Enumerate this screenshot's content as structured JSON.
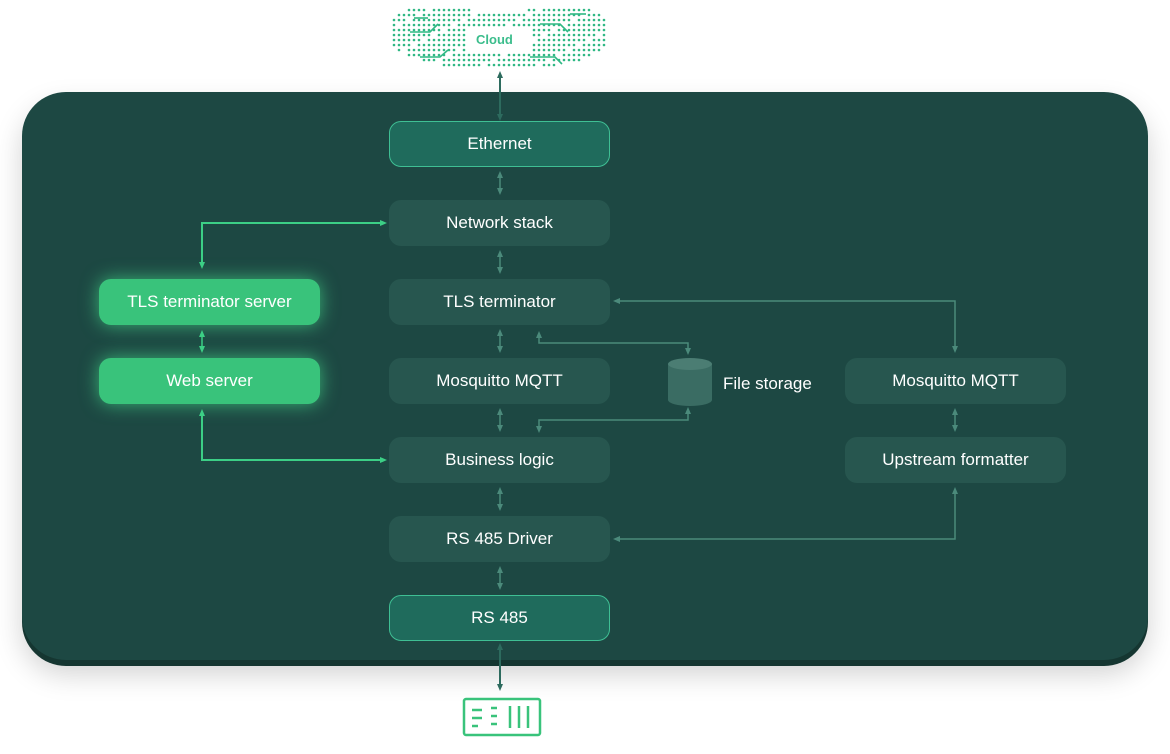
{
  "cloud": {
    "label": "Cloud"
  },
  "nodes": {
    "ethernet": "Ethernet",
    "network_stack": "Network stack",
    "tls_terminator": "TLS terminator",
    "mosquitto_center": "Mosquitto MQTT",
    "business_logic": "Business logic",
    "rs485_driver": "RS 485 Driver",
    "rs485": "RS 485",
    "tls_terminator_server": "TLS terminator server",
    "web_server": "Web server",
    "file_storage": "File storage",
    "mosquitto_right": "Mosquitto MQTT",
    "upstream_formatter": "Upstream formatter"
  },
  "colors": {
    "panel": "#1d4843",
    "node": "#27564f",
    "io_node": "#1f6b5c",
    "accent_green": "#39c37b",
    "connector": "#3f7a6e",
    "cloud": "#2fb884"
  },
  "icons": {
    "cloud": "cloud-circuit-icon",
    "device": "rs485-device-icon",
    "storage": "cylinder-storage-icon"
  }
}
